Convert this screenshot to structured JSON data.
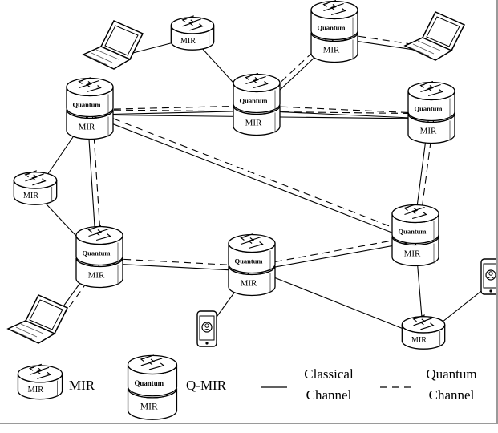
{
  "diagram": {
    "node_labels": {
      "mir": "MIR",
      "quantum": "Quantum"
    },
    "nodes": [
      {
        "id": "mir-top",
        "kind": "mir"
      },
      {
        "id": "qmir-top-right",
        "kind": "qmir"
      },
      {
        "id": "qmir-center-top",
        "kind": "qmir"
      },
      {
        "id": "qmir-left-upper",
        "kind": "qmir"
      },
      {
        "id": "qmir-right-upper",
        "kind": "qmir"
      },
      {
        "id": "mir-left",
        "kind": "mir"
      },
      {
        "id": "qmir-left-lower",
        "kind": "qmir"
      },
      {
        "id": "qmir-center-lower",
        "kind": "qmir"
      },
      {
        "id": "qmir-right-lower",
        "kind": "qmir"
      },
      {
        "id": "mir-bottom-right",
        "kind": "mir"
      }
    ],
    "devices": [
      {
        "id": "laptop-top-left",
        "kind": "laptop"
      },
      {
        "id": "laptop-top-right",
        "kind": "laptop"
      },
      {
        "id": "laptop-bottom-left",
        "kind": "laptop"
      },
      {
        "id": "phone-bottom-center",
        "kind": "phone"
      },
      {
        "id": "phone-right-edge",
        "kind": "phone"
      }
    ],
    "links": [
      {
        "from": "laptop-top-left",
        "to": "mir-top",
        "type": "classical"
      },
      {
        "from": "mir-top",
        "to": "qmir-center-top",
        "type": "classical"
      },
      {
        "from": "qmir-center-top",
        "to": "qmir-top-right",
        "type": "both"
      },
      {
        "from": "qmir-top-right",
        "to": "laptop-top-right",
        "type": "both"
      },
      {
        "from": "qmir-left-upper",
        "to": "qmir-center-top",
        "type": "both"
      },
      {
        "from": "qmir-center-top",
        "to": "qmir-right-upper",
        "type": "both"
      },
      {
        "from": "qmir-left-upper",
        "to": "qmir-right-upper",
        "type": "both"
      },
      {
        "from": "qmir-left-upper",
        "to": "qmir-right-lower",
        "type": "both"
      },
      {
        "from": "qmir-left-upper",
        "to": "mir-left",
        "type": "classical"
      },
      {
        "from": "qmir-left-upper",
        "to": "qmir-left-lower",
        "type": "both"
      },
      {
        "from": "mir-left",
        "to": "qmir-left-lower",
        "type": "classical"
      },
      {
        "from": "qmir-right-upper",
        "to": "qmir-right-lower",
        "type": "both"
      },
      {
        "from": "qmir-left-lower",
        "to": "qmir-center-lower",
        "type": "both"
      },
      {
        "from": "qmir-center-lower",
        "to": "qmir-right-lower",
        "type": "both"
      },
      {
        "from": "qmir-left-lower",
        "to": "laptop-bottom-left",
        "type": "both"
      },
      {
        "from": "qmir-center-lower",
        "to": "phone-bottom-center",
        "type": "classical"
      },
      {
        "from": "qmir-center-lower",
        "to": "mir-bottom-right",
        "type": "classical"
      },
      {
        "from": "qmir-right-lower",
        "to": "mir-bottom-right",
        "type": "classical"
      },
      {
        "from": "mir-bottom-right",
        "to": "phone-right-edge",
        "type": "classical"
      }
    ]
  },
  "legend": {
    "mir_label": "MIR",
    "qmir_label": "Q-MIR",
    "classical_line1": "Classical",
    "classical_line2": "Channel",
    "quantum_line1": "Quantum",
    "quantum_line2": "Channel"
  },
  "colors": {
    "line": "#000000",
    "router_body": "#ffffff",
    "router_outline": "#000000",
    "laptop_screen": "#ffffff",
    "frame": "#9a9a9a"
  }
}
